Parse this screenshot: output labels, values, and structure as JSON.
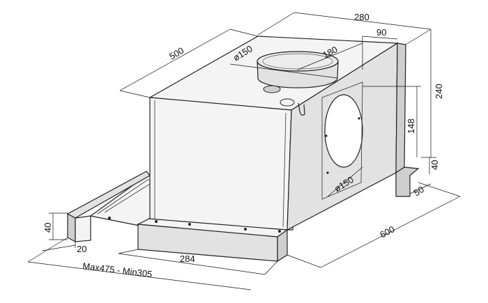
{
  "dimensions": {
    "depth_top": "500",
    "width_top": "280",
    "outlet_offset": "90",
    "top_outlet_diameter": "ø150",
    "top_outlet_offset": "180",
    "total_height": "240",
    "side_outlet_height": "148",
    "bottom_step": "40",
    "side_outlet_diameter": "ø150",
    "side_step": "50",
    "front_width": "600",
    "left_block_height": "40",
    "left_block_width": "20",
    "visor_width": "284",
    "extension_range": "Max475 - Min305"
  }
}
